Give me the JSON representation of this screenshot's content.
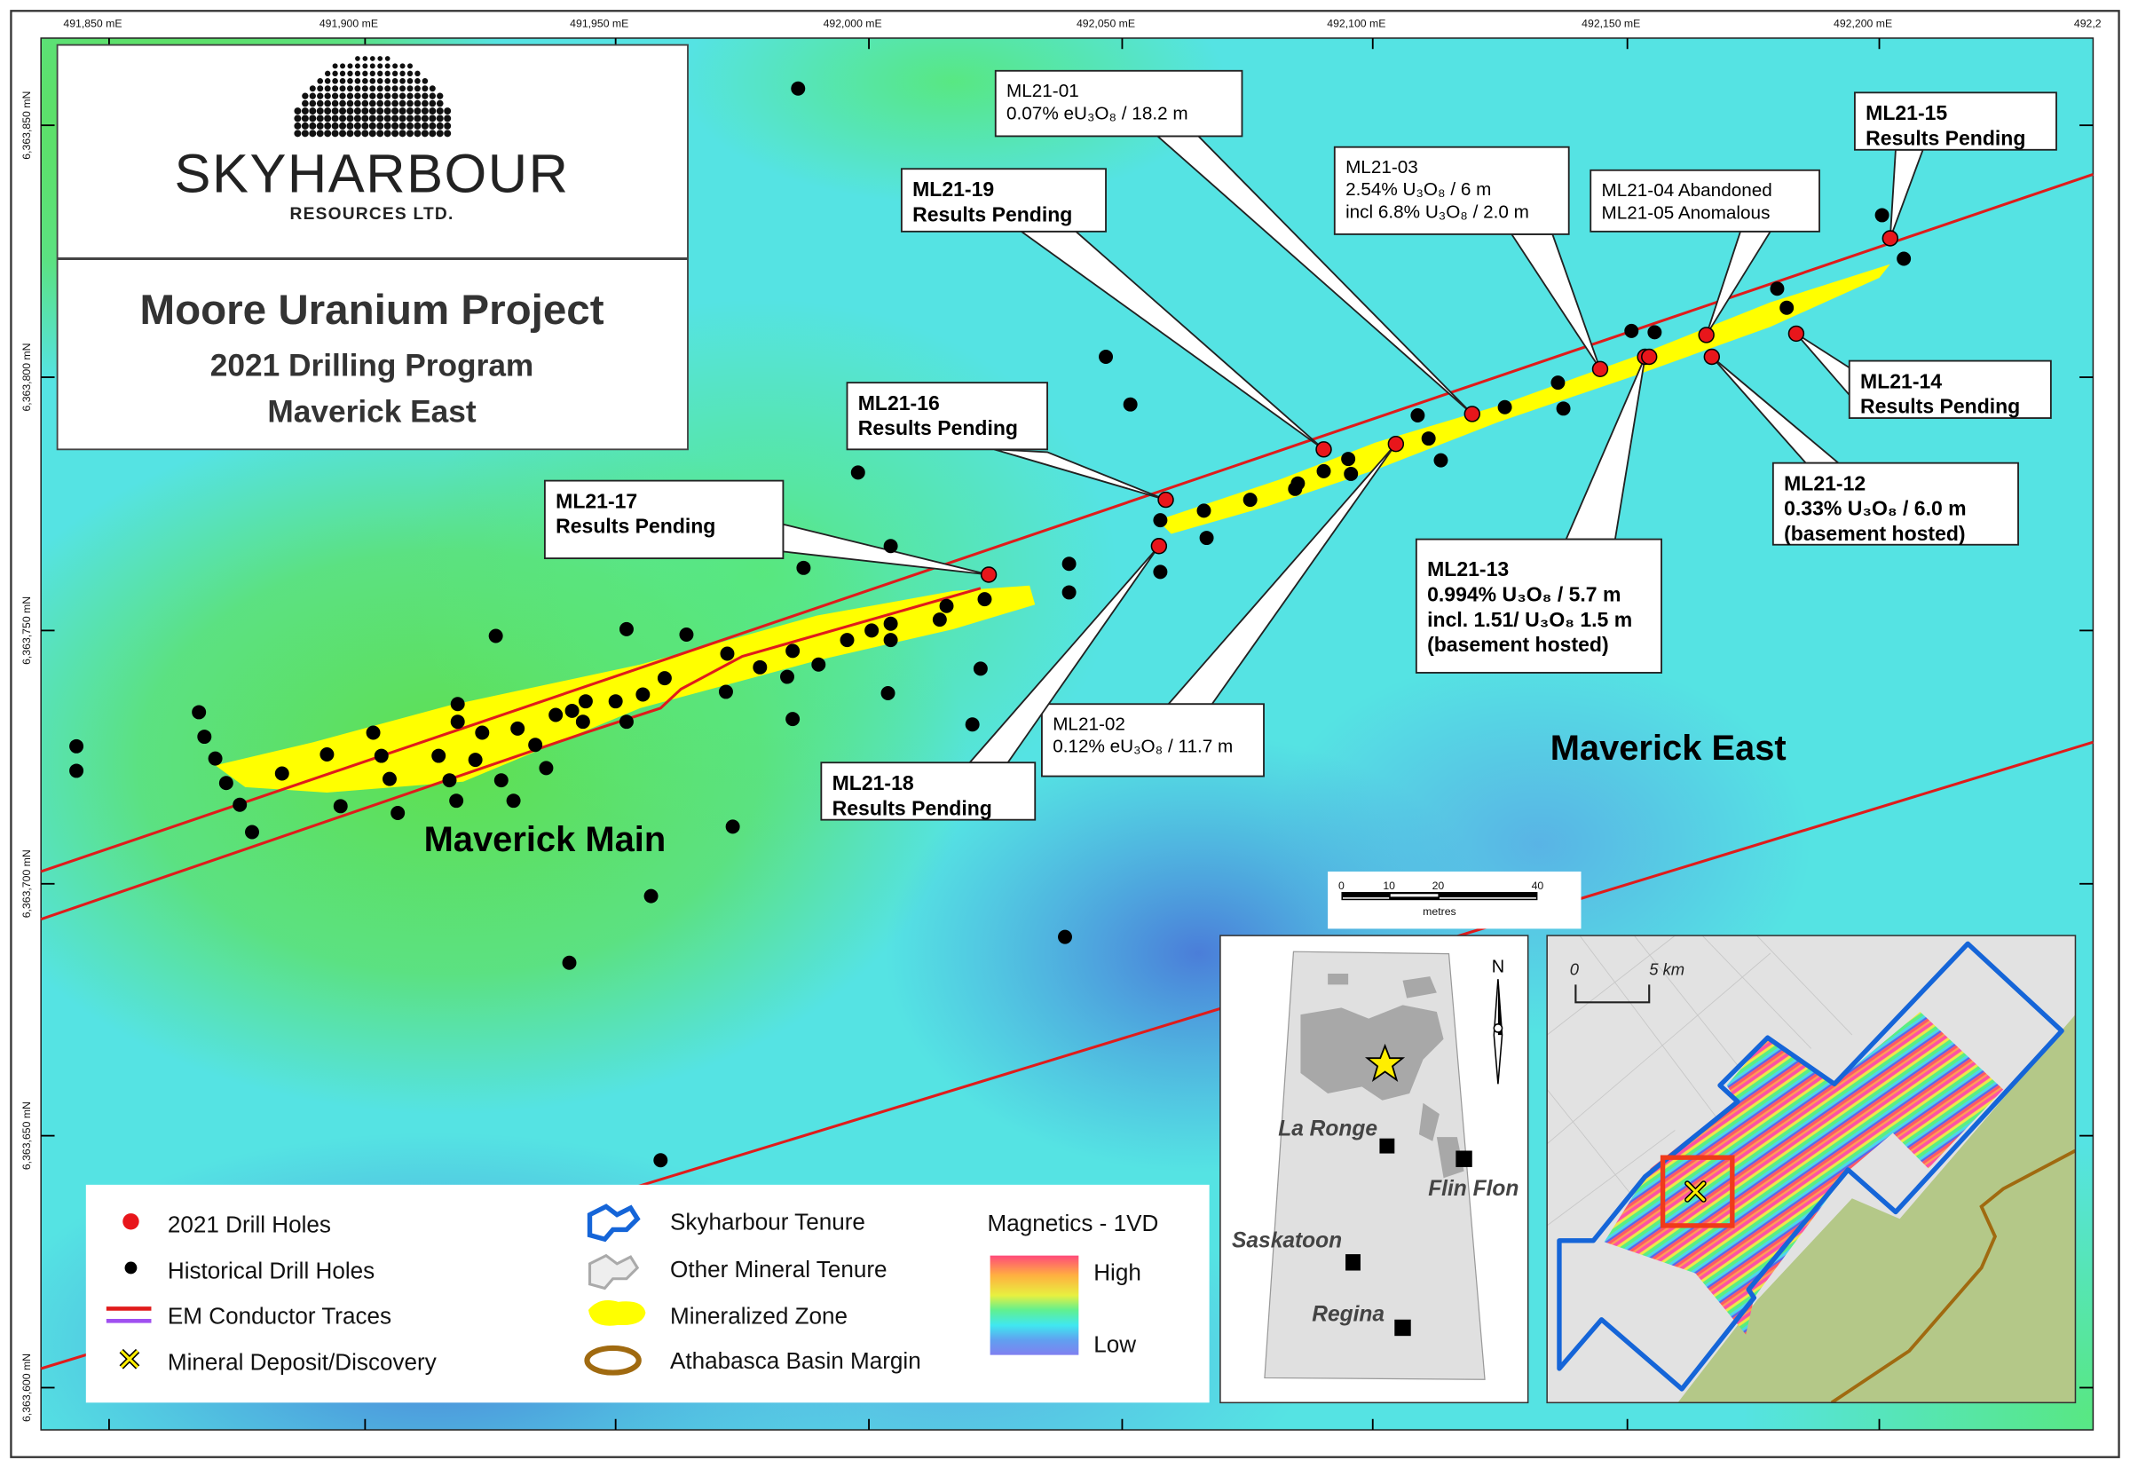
{
  "axes": {
    "top_labels": [
      "491,850 mE",
      "491,900 mE",
      "491,950 mE",
      "492,000 mE",
      "492,050 mE",
      "492,100 mE",
      "492,150 mE",
      "492,200 mE",
      "492,2"
    ],
    "left_labels": [
      "6,363,850 mN",
      "6,363,800 mN",
      "6,363,750 mN",
      "6,363,700 mN",
      "6,363,650 mN",
      "6,363,600 mN"
    ]
  },
  "logo": {
    "company": "SKYHARBOUR",
    "subtitle": "RESOURCES LTD."
  },
  "title": {
    "project": "Moore Uranium Project",
    "program": "2021 Drilling Program",
    "area": "Maverick East"
  },
  "area_labels": {
    "main": "Maverick Main",
    "east": "Maverick East"
  },
  "callouts": [
    {
      "id": "ml21-01",
      "bold": false,
      "lines": [
        "ML21-01",
        "0.07% eU₃O₈ / 18.2 m"
      ]
    },
    {
      "id": "ml21-19",
      "bold": true,
      "lines": [
        "ML21-19",
        "Results Pending"
      ]
    },
    {
      "id": "ml21-03",
      "bold": false,
      "lines": [
        "ML21-03",
        "2.54% U₃O₈  / 6 m",
        "incl 6.8% U₃O₈  / 2.0 m"
      ]
    },
    {
      "id": "ml21-04-05",
      "bold": false,
      "lines": [
        "ML21-04 Abandoned",
        "ML21-05 Anomalous"
      ]
    },
    {
      "id": "ml21-15",
      "bold": true,
      "lines": [
        "ML21-15",
        "Results Pending"
      ]
    },
    {
      "id": "ml21-16",
      "bold": true,
      "lines": [
        "ML21-16",
        "Results Pending"
      ]
    },
    {
      "id": "ml21-17",
      "bold": true,
      "lines": [
        "ML21-17",
        "Results Pending"
      ]
    },
    {
      "id": "ml21-14",
      "bold": true,
      "lines": [
        "ML21-14",
        "Results Pending"
      ]
    },
    {
      "id": "ml21-12",
      "bold": true,
      "lines": [
        "ML21-12",
        "0.33% U₃O₈ / 6.0 m",
        "(basement hosted)"
      ]
    },
    {
      "id": "ml21-13",
      "bold": true,
      "lines": [
        "ML21-13",
        "0.994% U₃O₈ / 5.7 m",
        "incl. 1.51/ U₃O₈ 1.5 m",
        "(basement hosted)"
      ]
    },
    {
      "id": "ml21-02",
      "bold": false,
      "lines": [
        "ML21-02",
        "0.12% eU₃O₈ / 11.7 m"
      ]
    },
    {
      "id": "ml21-18",
      "bold": true,
      "lines": [
        "ML21-18",
        "Results Pending"
      ]
    }
  ],
  "scale_bar": {
    "ticks": [
      "0",
      "10",
      "20",
      "40"
    ],
    "unit": "metres"
  },
  "inset_location": {
    "north": "N",
    "cities": [
      "La Ronge",
      "Flin Flon",
      "Saskatoon",
      "Regina"
    ]
  },
  "inset_tenure": {
    "scale_start": "0",
    "scale_end": "5 km"
  },
  "legend": {
    "col1": [
      "2021 Drill Holes",
      "Historical Drill Holes",
      "EM Conductor Traces",
      "Mineral Deposit/Discovery"
    ],
    "col2": [
      "Skyharbour Tenure",
      "Other Mineral Tenure",
      "Mineralized Zone",
      "Athabasca Basin Margin"
    ],
    "magnetics_title": "Magnetics - 1VD",
    "high": "High",
    "low": "Low"
  },
  "colors": {
    "drill_2021": "#e8161b",
    "historical": "#000000",
    "conductor": "#e01b1b",
    "mineralized": "#ffff00",
    "tenure": "#1565d8",
    "basin_margin": "#a06a10"
  }
}
